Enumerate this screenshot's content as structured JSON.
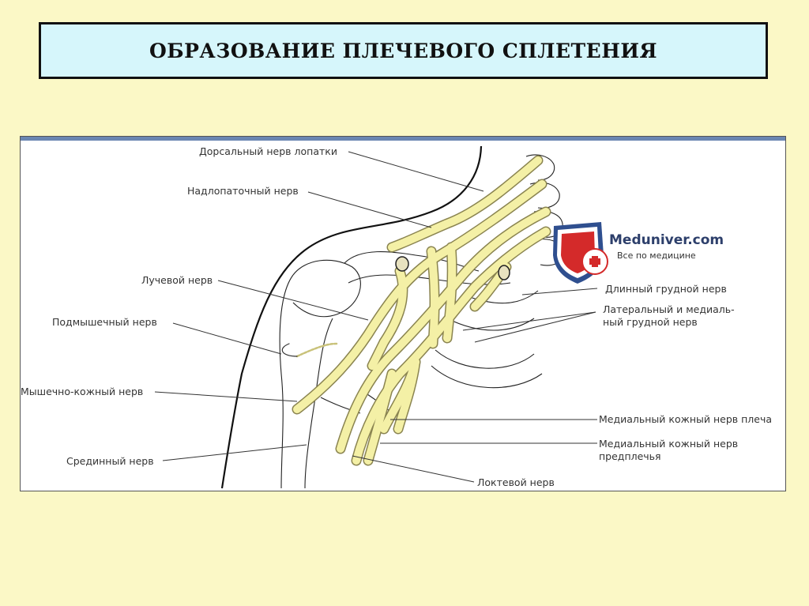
{
  "title": "ОБРАЗОВАНИЕ ПЛЕЧЕВОГО СПЛЕТЕНИЯ",
  "watermark": {
    "brand": "Meduniver.com",
    "tagline": "Все по медицине"
  },
  "labels": {
    "dorsal_scapular": "Дорсальный нерв лопатки",
    "suprascapular": "Надлопаточный нерв",
    "radial": "Лучевой нерв",
    "axillary": "Подмышечный нерв",
    "musculocutaneous": "Мышечно-кожный нерв",
    "median": "Срединный нерв",
    "long_thoracic": "Длинный грудной нерв",
    "pectoral_line1": "Латеральный и медиаль-",
    "pectoral_line2": "ный грудной нерв",
    "medial_cutaneous_arm": "Медиальный кожный нерв плеча",
    "medial_cutaneous_forearm_line1": "Медиальный кожный нерв",
    "medial_cutaneous_forearm_line2": "предплечья",
    "ulnar": "Локтевой нерв"
  },
  "colors": {
    "background": "#fbf8c6",
    "title_box": "#d6f6fb",
    "nerve_fill": "#f4f0a6",
    "nerve_stroke": "#8a8450",
    "shield_red": "#d42a2a",
    "shield_blue": "#2f4f8f"
  }
}
